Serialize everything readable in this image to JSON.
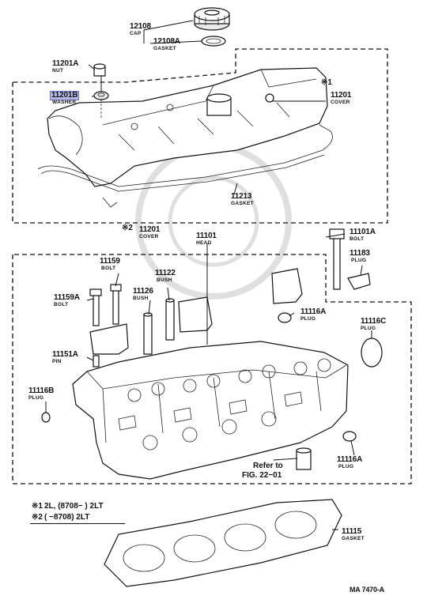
{
  "parts": [
    {
      "id": "p12108",
      "number": "12108",
      "name": "CAP"
    },
    {
      "id": "p12108A",
      "number": "12108A",
      "name": "GASKET"
    },
    {
      "id": "p11201A",
      "number": "11201A",
      "name": "NUT"
    },
    {
      "id": "p11201B",
      "number": "11201B",
      "name": "WASHER"
    },
    {
      "id": "p11201",
      "number": "11201",
      "name": "COVER"
    },
    {
      "id": "p11213",
      "number": "11213",
      "name": "GASKET"
    },
    {
      "id": "p11201x2",
      "number": "11201",
      "name": "COVER"
    },
    {
      "id": "p11101",
      "number": "11101",
      "name": "HEAD"
    },
    {
      "id": "p11101A",
      "number": "11101A",
      "name": "BOLT"
    },
    {
      "id": "p11183",
      "number": "11183",
      "name": "PLUG"
    },
    {
      "id": "p11159",
      "number": "11159",
      "name": "BOLT"
    },
    {
      "id": "p11122",
      "number": "11122",
      "name": "BUSH"
    },
    {
      "id": "p11126",
      "number": "11126",
      "name": "BUSH"
    },
    {
      "id": "p11159A",
      "number": "11159A",
      "name": "BOLT"
    },
    {
      "id": "p11116A_top",
      "number": "11116A",
      "name": "PLUG"
    },
    {
      "id": "p11116C",
      "number": "11116C",
      "name": "PLUG"
    },
    {
      "id": "p11151A",
      "number": "11151A",
      "name": "PIN"
    },
    {
      "id": "p11116B",
      "number": "11116B",
      "name": "PLUG"
    },
    {
      "id": "p11116A_bot",
      "number": "11116A",
      "name": "PLUG"
    },
    {
      "id": "p11115",
      "number": "11115",
      "name": "GASKET"
    }
  ],
  "markers": {
    "m1": "※1",
    "m2": "※2"
  },
  "reference": {
    "line1": "Refer to",
    "line2": "FIG. 22−01"
  },
  "notes": [
    {
      "mark": "※1",
      "text": "2L, (8708−       ) 2LT"
    },
    {
      "mark": "※2",
      "text": "(       −8708) 2LT"
    }
  ],
  "figure_code": "MA 7470-A",
  "highlight": {
    "part": "11201B",
    "color": "#b9bde8"
  }
}
